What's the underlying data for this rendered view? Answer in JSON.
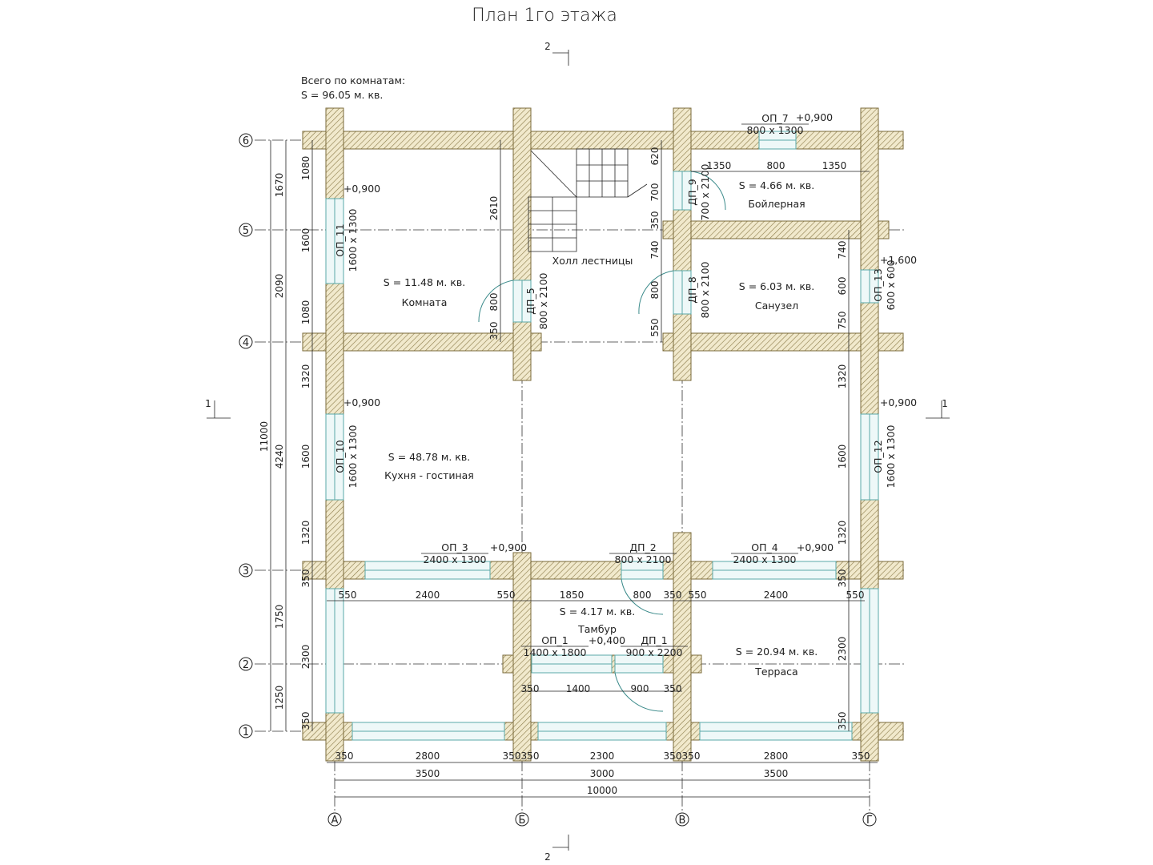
{
  "title": "План 1го этажа",
  "summary": {
    "line1": "Всего по комнатам:",
    "line2": "S   =  96.05 м. кв."
  },
  "section_marks": {
    "top": "2",
    "bottom": "2",
    "left": "1",
    "right": "1"
  },
  "axes": {
    "rows": [
      "6",
      "5",
      "4",
      "3",
      "2",
      "1"
    ],
    "cols": [
      "А",
      "Б",
      "В",
      "Г"
    ]
  },
  "rooms": [
    {
      "area": "S   = 11.48 м. кв.",
      "name": "Комната"
    },
    {
      "area": "",
      "name": "Холл лестницы"
    },
    {
      "area": "S   = 4.66 м. кв.",
      "name": "Бойлерная"
    },
    {
      "area": "S   = 6.03 м. кв.",
      "name": "Санузел"
    },
    {
      "area": "S   = 48.78 м. кв.",
      "name": "Кухня - гостиная"
    },
    {
      "area": "S   = 4.17 м. кв.",
      "name": "Тамбур"
    },
    {
      "area": "S   = 20.94 м. кв.",
      "name": "Терраса"
    }
  ],
  "openings": [
    {
      "id": "ОП_7",
      "size": "800 x 1300",
      "level": "+0,900"
    },
    {
      "id": "ОП_11",
      "size": "1600 x 1300",
      "level": "+0,900"
    },
    {
      "id": "ДП_5",
      "size": "800 x 2100"
    },
    {
      "id": "ДП_9",
      "size": "700 x 2100"
    },
    {
      "id": "ДП_8",
      "size": "800 x 2100"
    },
    {
      "id": "ОП_13",
      "size": "600 x 600",
      "level": "+1,600"
    },
    {
      "id": "ОП_10",
      "size": "1600 x 1300",
      "level": "+0,900"
    },
    {
      "id": "ОП_12",
      "size": "1600 x 1300",
      "level": "+0,900"
    },
    {
      "id": "ОП_3",
      "size": "2400 x 1300",
      "level": "+0,900"
    },
    {
      "id": "ДП_2",
      "size": "800 x 2100"
    },
    {
      "id": "ОП_4",
      "size": "2400 x 1300",
      "level": "+0,900"
    },
    {
      "id": "ОП_1",
      "size": "1400 x 1800",
      "level": "+0,400"
    },
    {
      "id": "ДП_1",
      "size": "900 x 2200"
    }
  ],
  "dimensions": {
    "row_a": [
      "550",
      "2400",
      "550",
      "1850",
      "800",
      "350",
      "550",
      "2400",
      "550"
    ],
    "row_b": [
      "350",
      "1400",
      "900",
      "350"
    ],
    "row_c": [
      "350",
      "2800",
      "350",
      "350",
      "2300",
      "350",
      "350",
      "2800",
      "350"
    ],
    "row_d": [
      "3500",
      "3000",
      "3500"
    ],
    "row_e": [
      "10000"
    ],
    "boiler": [
      "1350",
      "800",
      "1350"
    ],
    "left_inner": [
      "1080",
      "1600",
      "1080",
      "1320",
      "1600",
      "1320",
      "350",
      "2300",
      "350"
    ],
    "left_mid": [
      "1670",
      "2090",
      "4240",
      "1750",
      "1250"
    ],
    "left_total": [
      "11000"
    ],
    "room_right": [
      "2610",
      "800",
      "350"
    ],
    "hall_right": [
      "620",
      "700",
      "350",
      "740",
      "800",
      "550"
    ],
    "right_inner": [
      "740",
      "600",
      "750",
      "1320",
      "1600",
      "1320",
      "350",
      "2300",
      "350"
    ]
  }
}
